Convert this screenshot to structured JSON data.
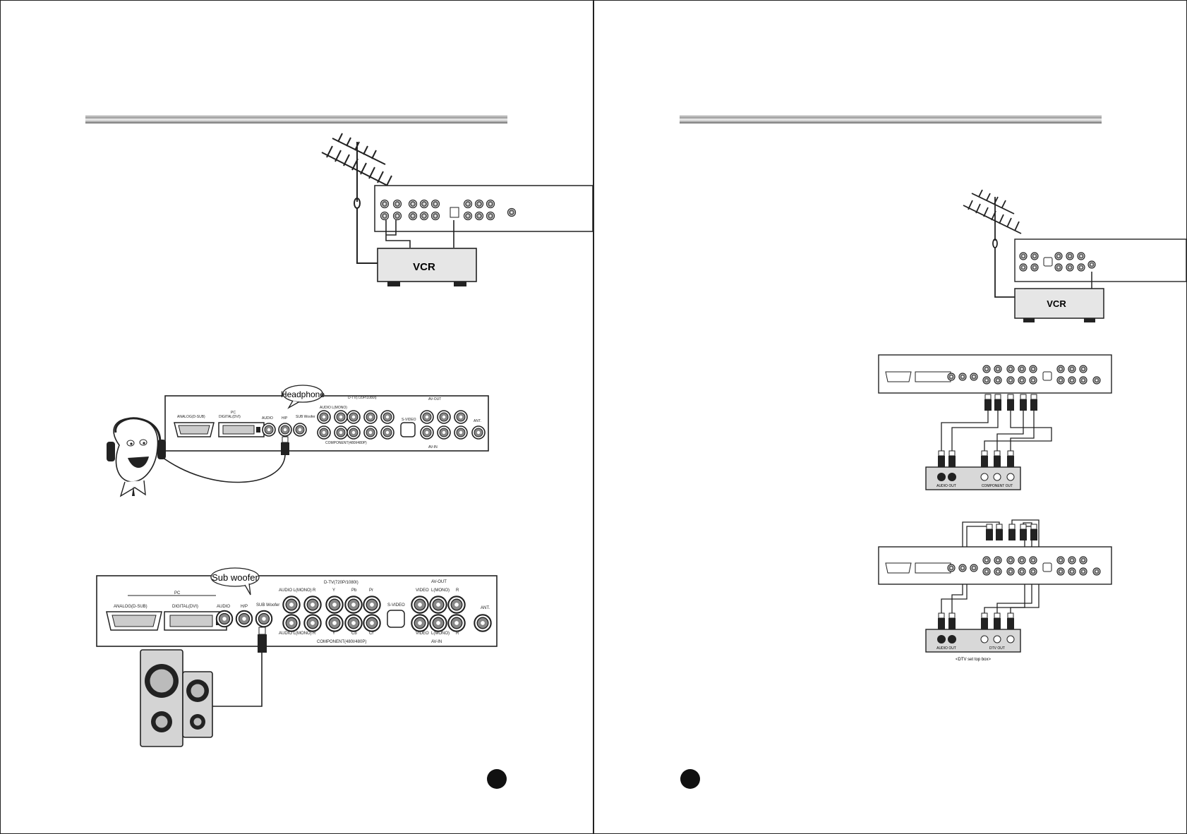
{
  "left_page": {
    "vcr_label": "VCR",
    "headphone_callout": "Headphone",
    "subwoofer_callout": "Sub woofer",
    "panel_labels": {
      "pc": "PC",
      "analog": "ANALOG(D-SUB)",
      "digital": "DIGITAL(DVI)",
      "audio": "AUDIO",
      "hp": "H/P",
      "subwoofer": "SUB Woofer",
      "dtv_top": "D-TV(720P/1080I)",
      "audio_l_mono": "AUDIO L(MONO)",
      "y": "Y",
      "pb": "Pb",
      "pr": "Pr",
      "cb": "Cb",
      "cr": "Cr",
      "r": "R",
      "component": "COMPONENT(480I/480P)",
      "svideo": "S-VIDEO",
      "av_out": "AV-OUT",
      "video": "VIDEO",
      "l_mono": "L(MONO)",
      "av_in": "AV-IN",
      "ant": "ANT."
    }
  },
  "right_page": {
    "vcr_label": "VCR",
    "component_audio_out": "AUDIO OUT",
    "component_out": "COMPONENT OUT",
    "dtv_audio_out": "AUDIO OUT",
    "dtv_out": "DTV OUT",
    "dtv_caption": "<DTV set top box>"
  },
  "colors": {
    "line": "#222222",
    "header_bar": "#9a9a9a",
    "vcr_body": "#e6e6e6"
  }
}
